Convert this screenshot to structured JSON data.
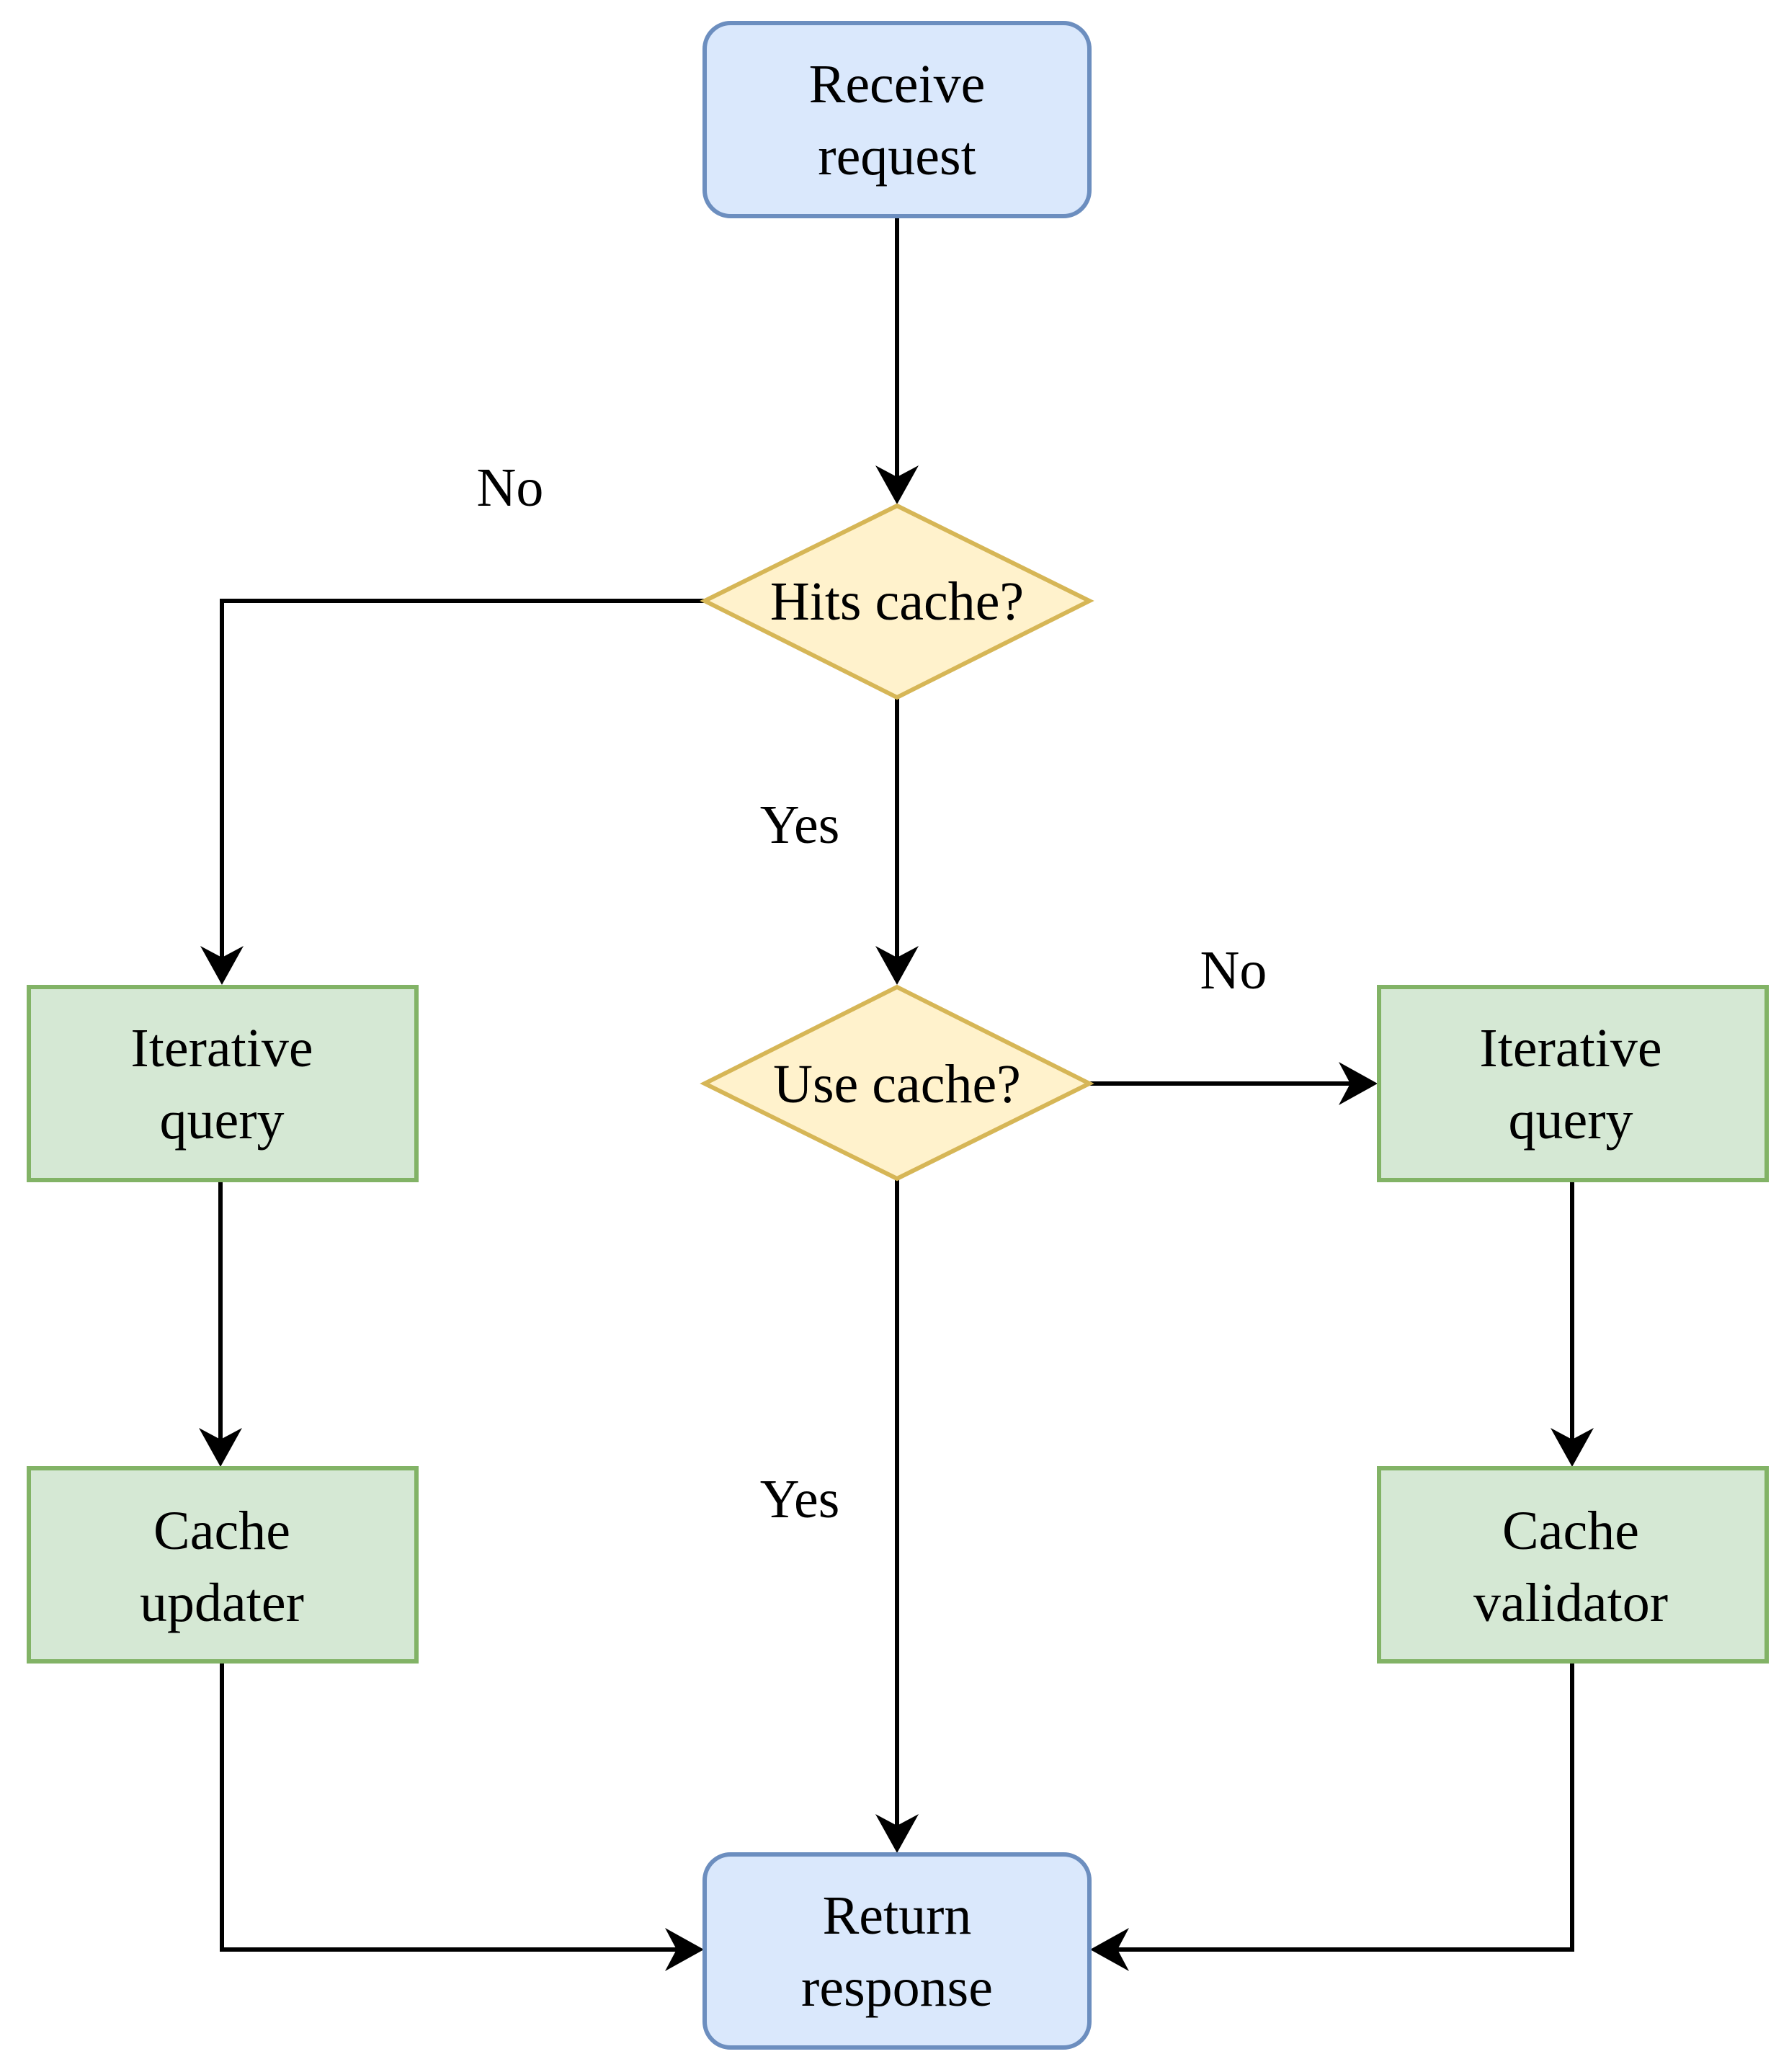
{
  "colors": {
    "terminal_fill": "#dae8fc",
    "terminal_stroke": "#6c8ebf",
    "decision_fill": "#fff2cc",
    "decision_stroke": "#d6b656",
    "process_fill": "#d5e8d4",
    "process_stroke": "#82b366",
    "edge": "#000000"
  },
  "nodes": {
    "receive_request": {
      "line1": "Receive",
      "line2": "request"
    },
    "hits_cache": {
      "label": "Hits cache?"
    },
    "use_cache": {
      "label": "Use cache?"
    },
    "iterative_query_left": {
      "line1": "Iterative",
      "line2": "query"
    },
    "cache_updater": {
      "line1": "Cache",
      "line2": "updater"
    },
    "iterative_query_right": {
      "line1": "Iterative",
      "line2": "query"
    },
    "cache_validator": {
      "line1": "Cache",
      "line2": "validator"
    },
    "return_response": {
      "line1": "Return",
      "line2": "response"
    }
  },
  "edges": {
    "hits_cache_no": "No",
    "hits_cache_yes": "Yes",
    "use_cache_no": "No",
    "use_cache_yes": "Yes"
  }
}
